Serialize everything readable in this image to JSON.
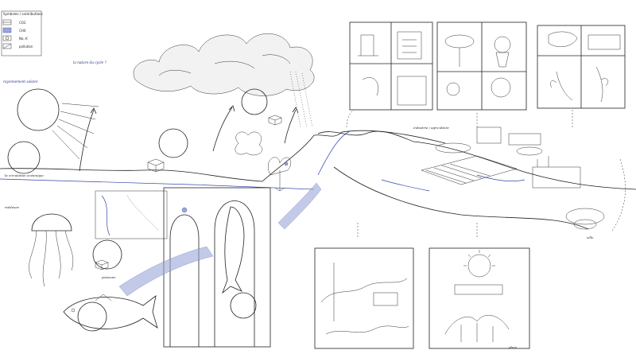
{
  "legend": {
    "title": "Symboles / contributions",
    "items": [
      {
        "label": "CO2"
      },
      {
        "label": "CH4"
      },
      {
        "label": "Na, K"
      },
      {
        "label": "pollution"
      }
    ]
  },
  "labels": {
    "sun_note": "rayonnement solaire",
    "cloud_note": "la nature du cycle ?",
    "sea_note": "la circulation océanique",
    "fish_note": "poissons",
    "jellyfish_note": "méduses",
    "industry_note": "industrie / agriculture",
    "bottom_note": "pluie",
    "right_note": "ville"
  },
  "colors": {
    "ink": "#222222",
    "accent_blue": "#3344aa",
    "water_blue": "#9aa7d8"
  }
}
